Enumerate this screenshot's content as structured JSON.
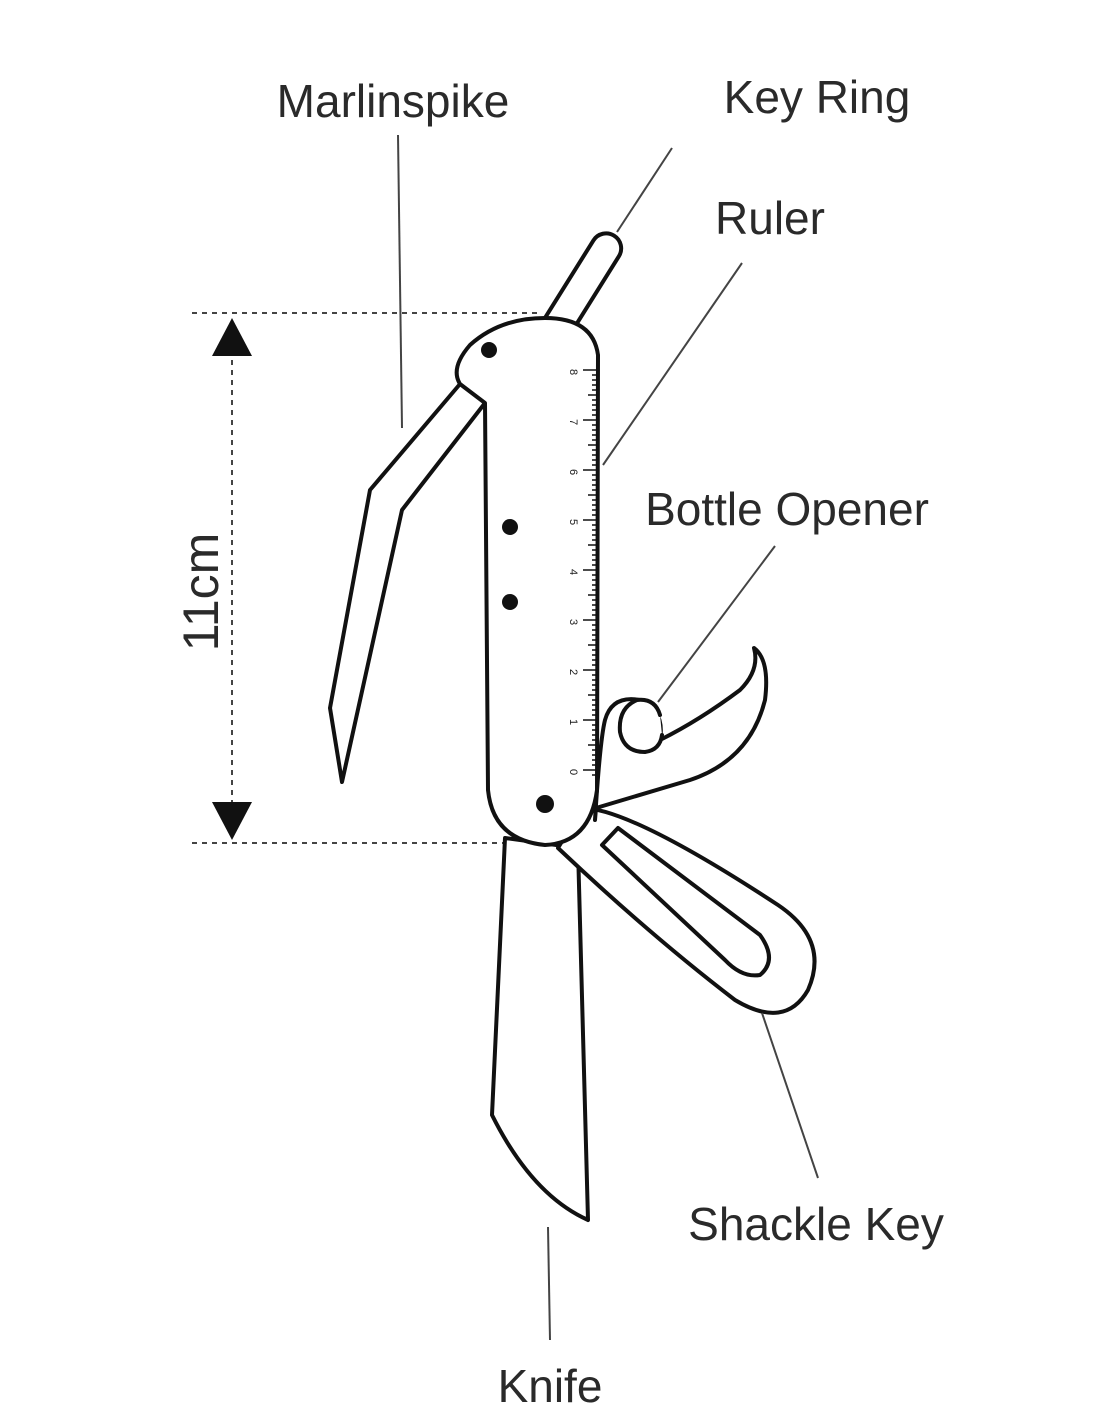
{
  "labels": {
    "marlinspike": "Marlinspike",
    "key_ring": "Key Ring",
    "ruler": "Ruler",
    "bottle_opener": "Bottle Opener",
    "shackle_key": "Shackle Key",
    "knife": "Knife"
  },
  "dimension": {
    "length_label": "11cm"
  },
  "ruler": {
    "numbers": [
      "8",
      "7",
      "6",
      "5",
      "4",
      "3",
      "2",
      "1",
      "0"
    ]
  },
  "colors": {
    "outline": "#111111",
    "leader": "#444444",
    "text": "#2a2a2a",
    "background": "#ffffff"
  }
}
